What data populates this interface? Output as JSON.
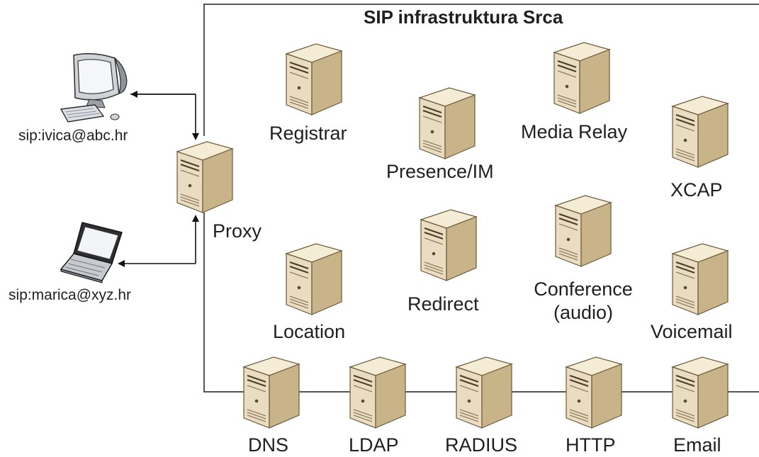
{
  "title": "SIP infrastruktura Srca",
  "clients": [
    {
      "label": "sip:ivica@abc.hr",
      "icon": "desktop-computer-icon"
    },
    {
      "label": "sip:marica@xyz.hr",
      "icon": "laptop-icon"
    }
  ],
  "proxy": {
    "label": "Proxy",
    "icon": "server-tower-icon"
  },
  "servers": [
    {
      "label": "Registrar",
      "icon": "server-tower-icon"
    },
    {
      "label": "Presence/IM",
      "icon": "server-tower-icon"
    },
    {
      "label": "Media Relay",
      "icon": "server-tower-icon"
    },
    {
      "label": "XCAP",
      "icon": "server-tower-icon"
    },
    {
      "label": "Location",
      "icon": "server-tower-icon"
    },
    {
      "label": "Redirect",
      "icon": "server-tower-icon"
    },
    {
      "label": "Conference\n(audio)",
      "icon": "server-tower-icon"
    },
    {
      "label": "Voicemail",
      "icon": "server-tower-icon"
    }
  ],
  "backend": [
    {
      "label": "DNS",
      "icon": "server-tower-icon"
    },
    {
      "label": "LDAP",
      "icon": "server-tower-icon"
    },
    {
      "label": "RADIUS",
      "icon": "server-tower-icon"
    },
    {
      "label": "HTTP",
      "icon": "server-tower-icon"
    },
    {
      "label": "Email",
      "icon": "server-tower-icon"
    }
  ],
  "colors": {
    "line": "#555555",
    "arrow": "#111111",
    "server_front": "#e9dcc0",
    "server_side": "#c9b48a",
    "server_top": "#f5ecd6",
    "server_outline": "#6b5a3a"
  }
}
